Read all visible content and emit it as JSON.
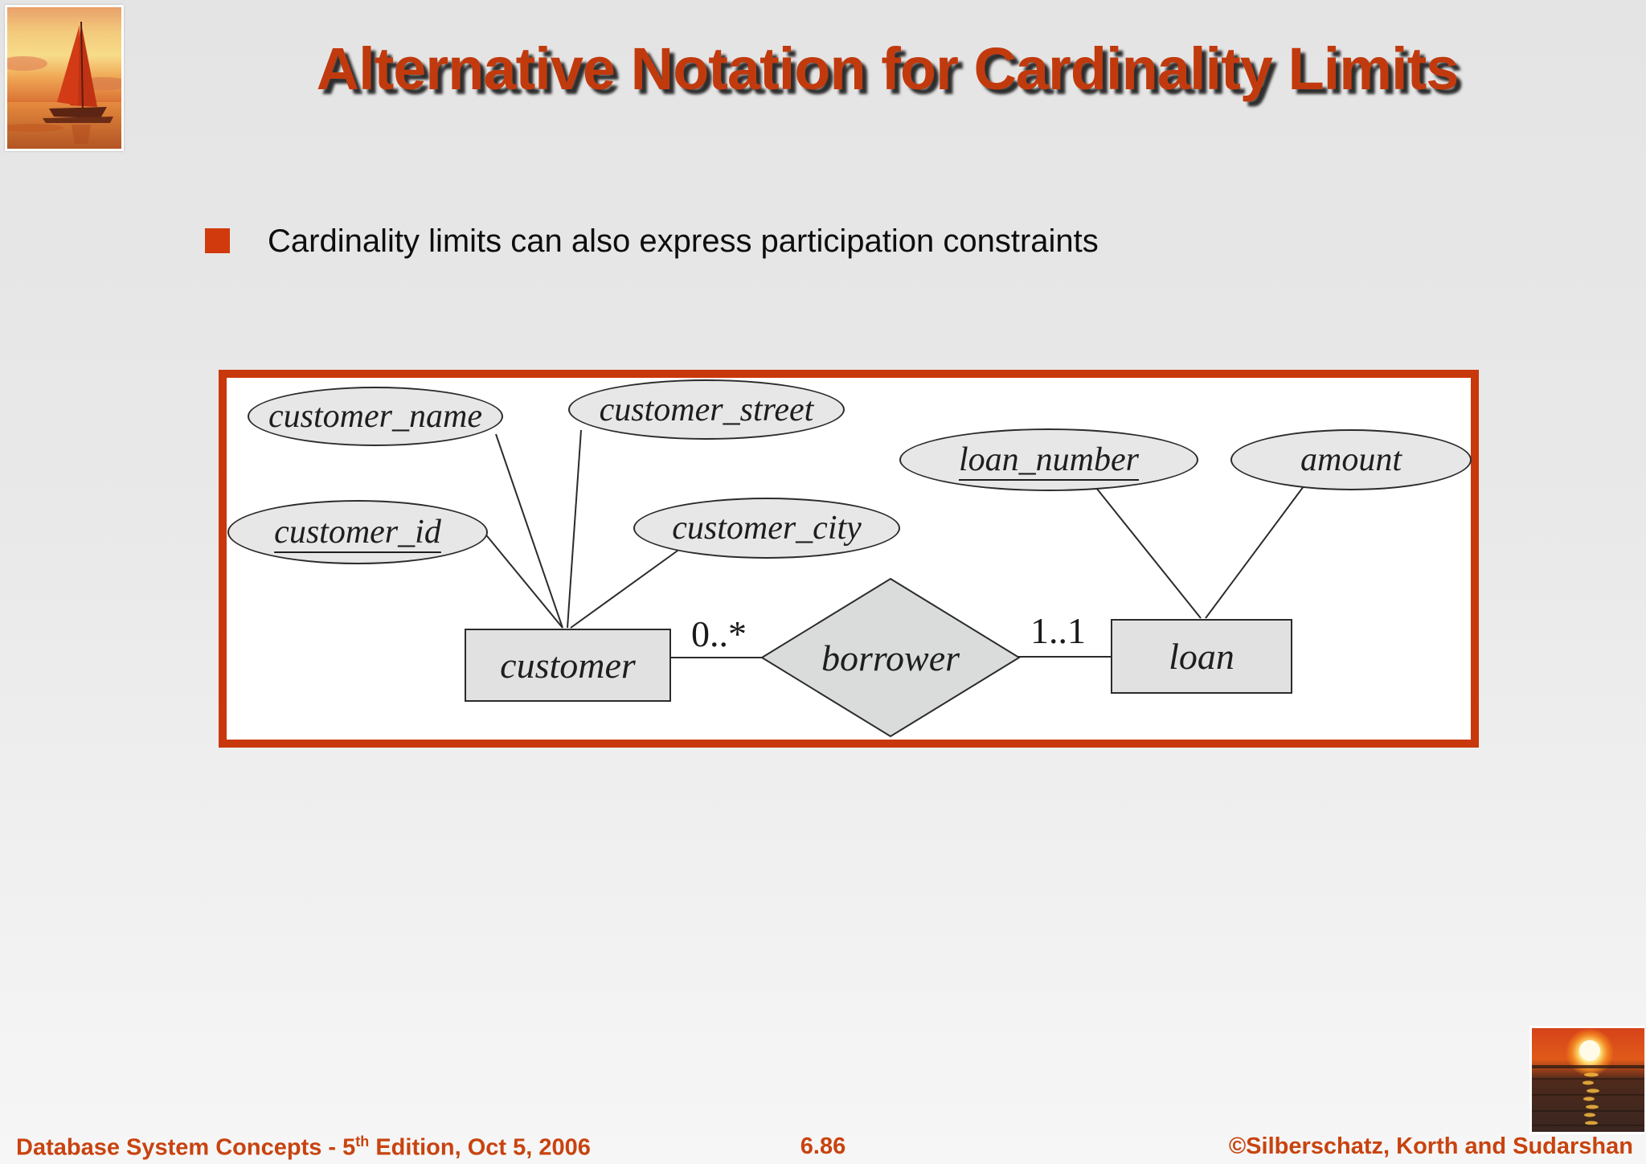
{
  "slide": {
    "title": "Alternative Notation for Cardinality Limits",
    "bullet_text": "Cardinality limits can also express participation constraints"
  },
  "diagram": {
    "attributes": {
      "customer_name": "customer_name",
      "customer_street": "customer_street",
      "customer_id": "customer_id",
      "customer_city": "customer_city",
      "loan_number": "loan_number",
      "amount": "amount"
    },
    "entities": {
      "customer": "customer",
      "loan": "loan"
    },
    "relationship": "borrower",
    "cardinality": {
      "customer_side": "0..*",
      "loan_side": "1..1"
    },
    "primary_keys": [
      "customer_id",
      "loan_number"
    ]
  },
  "footer": {
    "left": {
      "prefix": "Database System Concepts - 5",
      "sup": "th",
      "suffix": " Edition, Oct 5, 2006"
    },
    "page": "6.86",
    "right": "©Silberschatz, Korth and Sudarshan"
  },
  "colors": {
    "title_red": "#c13a0e",
    "panel_border_red": "#c8380c",
    "bullet_red": "#d13a0c",
    "footer_red": "#c8430f",
    "shape_fill_gray": "#e7e7e7",
    "shape_stroke": "#2b2b2b"
  }
}
